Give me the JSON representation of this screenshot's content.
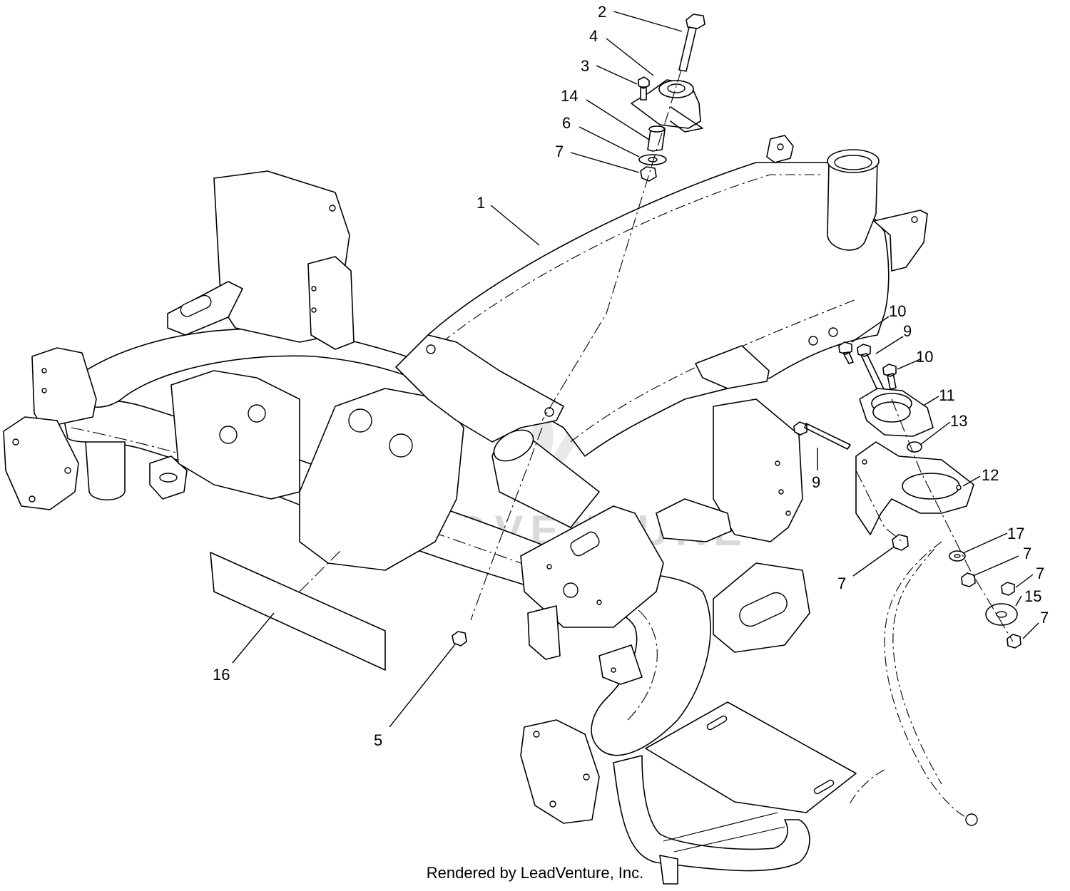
{
  "diagram": {
    "callouts": [
      {
        "id": "c2",
        "label": "2"
      },
      {
        "id": "c4",
        "label": "4"
      },
      {
        "id": "c3",
        "label": "3"
      },
      {
        "id": "c14",
        "label": "14"
      },
      {
        "id": "c6",
        "label": "6"
      },
      {
        "id": "c7a",
        "label": "7"
      },
      {
        "id": "c1",
        "label": "1"
      },
      {
        "id": "c10a",
        "label": "10"
      },
      {
        "id": "c9a",
        "label": "9"
      },
      {
        "id": "c10b",
        "label": "10"
      },
      {
        "id": "c11",
        "label": "11"
      },
      {
        "id": "c13",
        "label": "13"
      },
      {
        "id": "c9b",
        "label": "9"
      },
      {
        "id": "c12",
        "label": "12"
      },
      {
        "id": "c17",
        "label": "17"
      },
      {
        "id": "c7b",
        "label": "7"
      },
      {
        "id": "c7c",
        "label": "7"
      },
      {
        "id": "c7d",
        "label": "7"
      },
      {
        "id": "c15",
        "label": "15"
      },
      {
        "id": "c7e",
        "label": "7"
      },
      {
        "id": "c16",
        "label": "16"
      },
      {
        "id": "c5",
        "label": "5"
      }
    ],
    "watermark": "LEADVENTURE"
  },
  "footer": {
    "credit": "Rendered by LeadVenture, Inc."
  }
}
